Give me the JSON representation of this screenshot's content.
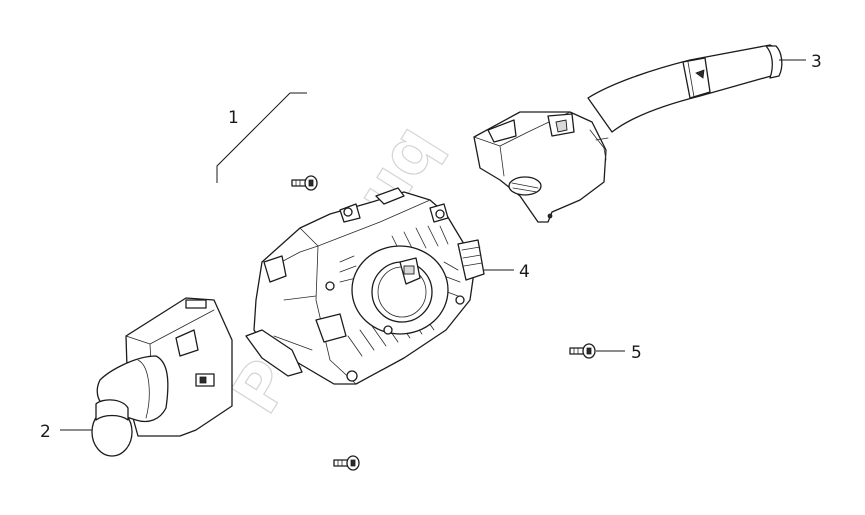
{
  "callouts": [
    {
      "id": "1",
      "label": "1"
    },
    {
      "id": "2",
      "label": "2"
    },
    {
      "id": "3",
      "label": "3"
    },
    {
      "id": "4",
      "label": "4"
    },
    {
      "id": "5",
      "label": "5"
    }
  ],
  "watermark": "Partsouq",
  "colors": {
    "line": "#1a1a1a",
    "background": "#ffffff",
    "watermark": "#d4d4d4"
  }
}
